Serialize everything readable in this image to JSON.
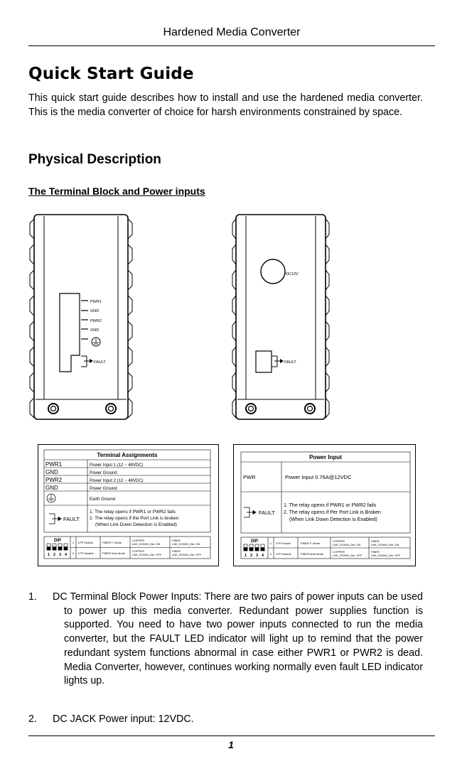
{
  "header": {
    "title": "Hardened Media Converter"
  },
  "page_title": "Quick Start Guide",
  "intro": "This quick start guide describes how to install and use the hardened media converter. This is the media converter of choice for harsh environments constrained by space.",
  "section_heading": "Physical Description",
  "subsection_heading": "The Terminal Block and Power inputs",
  "left_device": {
    "labels": [
      "PWR1",
      "GND",
      "PWR2",
      "GND"
    ],
    "fault_label": "FAULT"
  },
  "right_device": {
    "jack_label": "DC12V",
    "fault_label": "FAULT"
  },
  "terminal_table": {
    "title": "Terminal Assignments",
    "rows": [
      {
        "name": "PWR1",
        "desc": "Power Input 1 (12 ~ 48VDC)"
      },
      {
        "name": "GND",
        "desc": "Power Ground"
      },
      {
        "name": "PWR2",
        "desc": "Power Input 2 (12 ~ 48VDC)"
      },
      {
        "name": "GND",
        "desc": "Power Ground"
      }
    ],
    "earth_desc": "Earth Ground",
    "fault_name": "FAULT",
    "fault_lines": [
      "1. The relay opens if PWR1 or PWR2 fails",
      "2. The relay opens if the Port Link is broken",
      "(When Link Down Detection is Enabled)"
    ]
  },
  "power_table": {
    "title": "Power Input",
    "pwr_name": "PWR",
    "pwr_desc": "Power Input 0.76A@12VDC",
    "fault_name": "FAULT",
    "fault_lines": [
      "1. The relay opens if PWR1 or PWR2 fails",
      "2. The relay opens if Per Port Link is Broken",
      "(When Link Down Detection is Enabled)"
    ]
  },
  "dip": {
    "label": "DIP",
    "numbers": [
      "1",
      "2",
      "3",
      "4"
    ],
    "row1": {
      "state": "1",
      "c1": "LFP Enable",
      "c2": "FIBER F. Mode",
      "c3a": "COPPER",
      "c3b": "LNK_DOWN_Det. ON",
      "c4a": "FIBER",
      "c4b": "LNK_DOWN_Det. ON"
    },
    "row0": {
      "state": "0",
      "c1": "LFP Disable",
      "c2": "FIBER Auto Mode",
      "c3a": "COPPER",
      "c3b": "LNK_DOWN_Det. OFF",
      "c4a": "FIBER",
      "c4b": "LNK_DOWN_Det. OFF"
    }
  },
  "list": [
    {
      "num": "1.",
      "text": "DC Terminal Block Power Inputs: There are two pairs of power inputs can be used to power up this media converter. Redundant power supplies function is supported. You need to have two power inputs connected to run the media converter, but the FAULT LED indicator will light up to remind that the power redundant system functions abnormal in case either PWR1 or PWR2 is dead. Media Converter, however, continues working normally even fault LED indicator lights up."
    },
    {
      "num": "2.",
      "text": "DC JACK Power input: 12VDC."
    }
  ],
  "page_number": "1"
}
